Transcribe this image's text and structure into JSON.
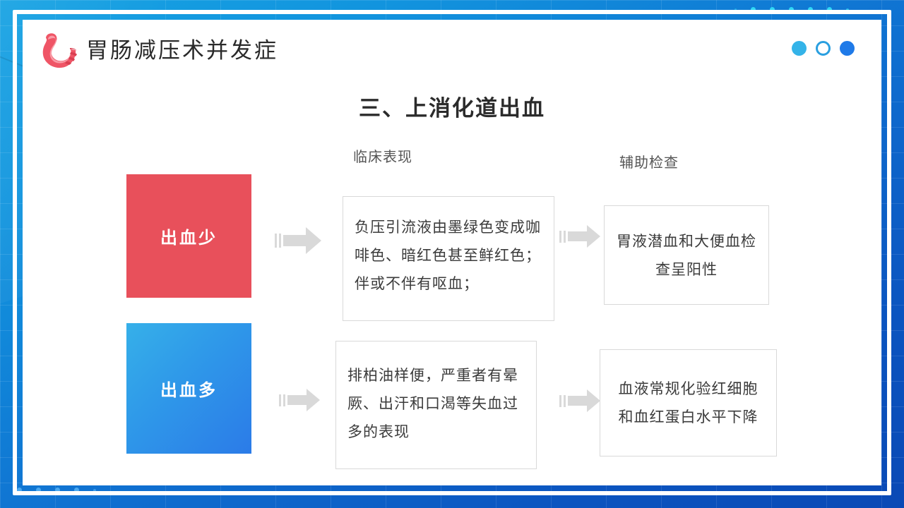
{
  "header": {
    "title": "胃肠减压术并发症",
    "icon": "stomach-icon",
    "dots": [
      "filled-light",
      "hollow",
      "filled-dark"
    ]
  },
  "main": {
    "title": "三、上消化道出血",
    "columns": {
      "clinical": "临床表现",
      "exam": "辅助检查"
    },
    "rows": [
      {
        "category": "出血少",
        "category_color": "#e8505b",
        "clinical": "负压引流液由墨绿色变成咖啡色、暗红色甚至鲜红色；伴或不伴有呕血；",
        "exam": "胃液潜血和大便血检查呈阳性"
      },
      {
        "category": "出血多",
        "category_color": "#2b7be8",
        "clinical": "排柏油样便，严重者有晕厥、出汗和口渴等失血过多的表现",
        "exam": "血液常规化验红细胞和血红蛋白水平下降"
      }
    ]
  },
  "theme": {
    "background_top": "#17a3e3",
    "background_bottom": "#0a49b5",
    "card_background": "#ffffff",
    "frame_color": "#ffffff",
    "arrow_color": "#d9d9d9",
    "box_border": "#d9d9d9",
    "accent_cyan": "#2fd8f5"
  }
}
